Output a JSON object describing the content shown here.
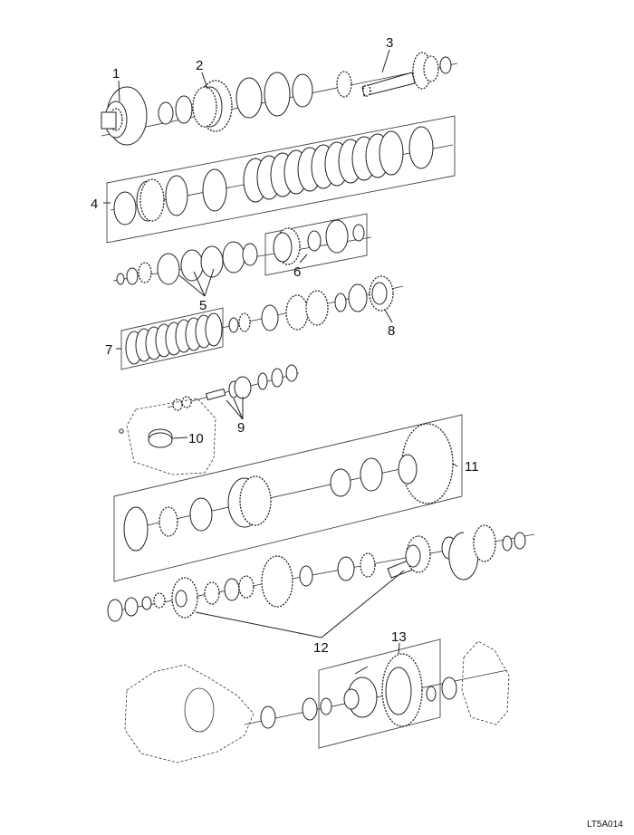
{
  "diagram": {
    "callouts": [
      "1",
      "2",
      "3",
      "4",
      "5",
      "6",
      "7",
      "8",
      "9",
      "10",
      "11",
      "12",
      "13"
    ],
    "figure_code": "LT5A014"
  }
}
